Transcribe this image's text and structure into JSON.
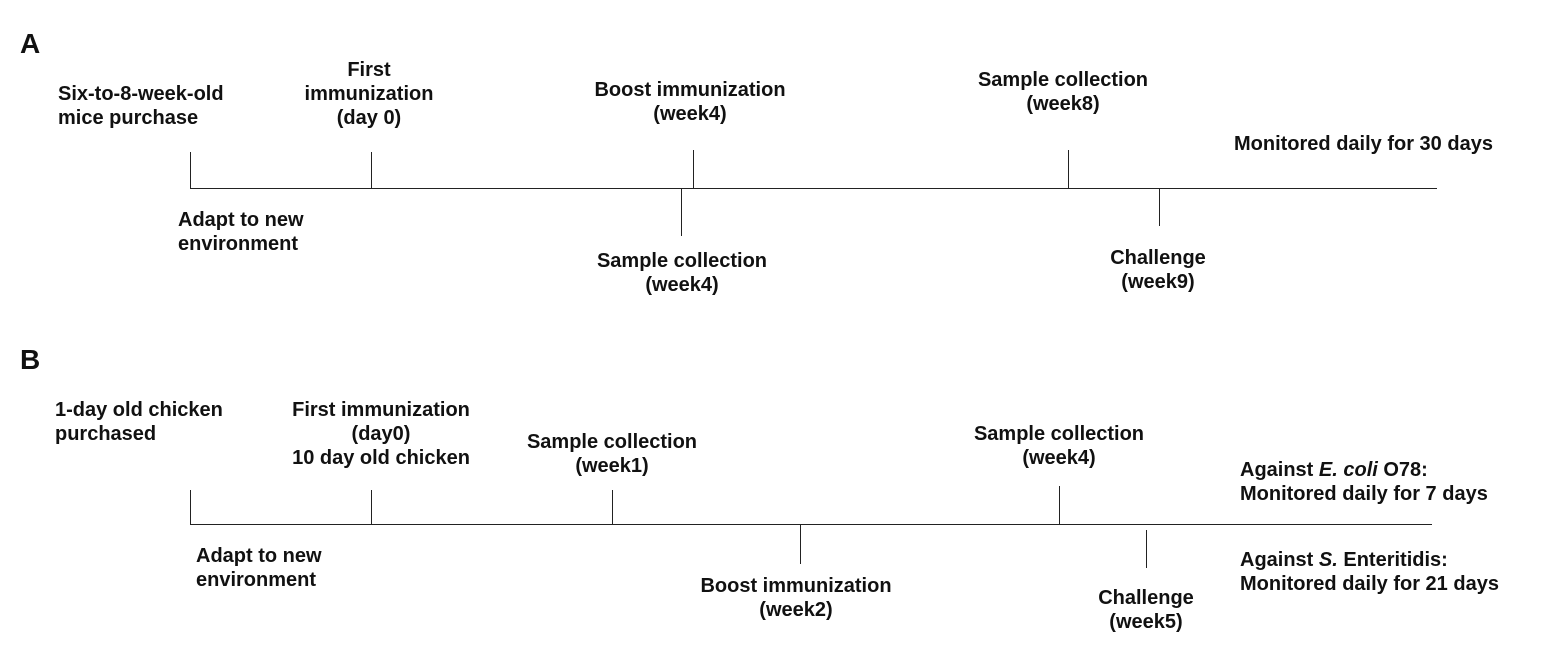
{
  "panel_a": {
    "letter": "A",
    "above": {
      "purchase": [
        "Six-to-8-week-old",
        "mice purchase"
      ],
      "first_immunization": [
        "First",
        "immunization",
        "(day 0)"
      ],
      "boost_immunization": [
        "Boost immunization",
        "(week4)"
      ],
      "sample_collection_week8": [
        "Sample collection",
        "(week8)"
      ],
      "monitored": "Monitored daily for 30 days"
    },
    "below": {
      "adapt": [
        "Adapt to new",
        "environment"
      ],
      "sample_collection_week4": [
        "Sample collection",
        "(week4)"
      ],
      "challenge": [
        "Challenge",
        "(week9)"
      ]
    }
  },
  "panel_b": {
    "letter": "B",
    "above": {
      "purchase": [
        "1-day old chicken",
        "purchased"
      ],
      "first_immunization": [
        "First immunization",
        "(day0)",
        "10 day old chicken"
      ],
      "sample_collection_week1": [
        "Sample collection",
        "(week1)"
      ],
      "sample_collection_week4": [
        "Sample collection",
        "(week4)"
      ],
      "against_ecoli": {
        "prefix": "Against ",
        "organism": "E. coli",
        "suffix": " O78:",
        "line2": "Monitored daily for 7 days"
      }
    },
    "below": {
      "adapt": [
        "Adapt to new",
        "environment"
      ],
      "boost_immunization": [
        "Boost immunization",
        "(week2)"
      ],
      "challenge": [
        "Challenge",
        "(week5)"
      ],
      "against_se": {
        "prefix": "Against ",
        "organism": "S.",
        "suffix": " Enteritidis:",
        "line2": "Monitored daily for 21 days"
      }
    }
  },
  "colors": {
    "line": "#222222",
    "text": "#111111",
    "background": "#ffffff"
  }
}
